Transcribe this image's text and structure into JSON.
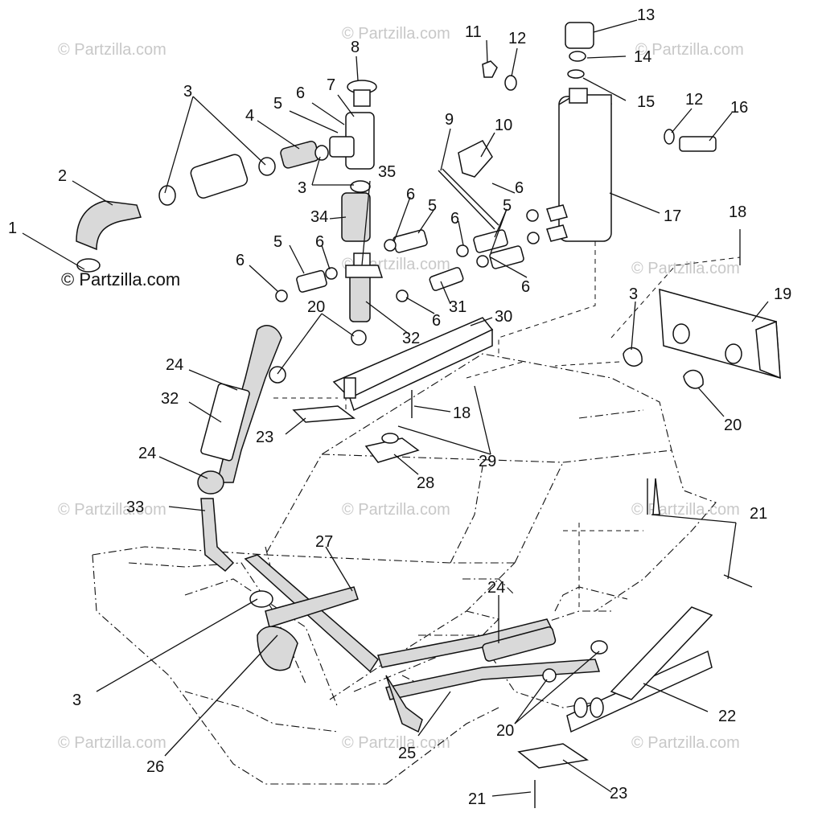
{
  "watermark_text": "© Partzilla.com",
  "callouts": [
    "1",
    "2",
    "3",
    "4",
    "5",
    "6",
    "7",
    "8",
    "9",
    "10",
    "11",
    "12",
    "13",
    "14",
    "15",
    "16",
    "17",
    "18",
    "19",
    "20",
    "21",
    "22",
    "23",
    "24",
    "25",
    "26",
    "27",
    "28",
    "29",
    "30",
    "31",
    "32",
    "33",
    "34",
    "35"
  ],
  "line_color": "#111111",
  "watermark_color": "#c8c8c8"
}
